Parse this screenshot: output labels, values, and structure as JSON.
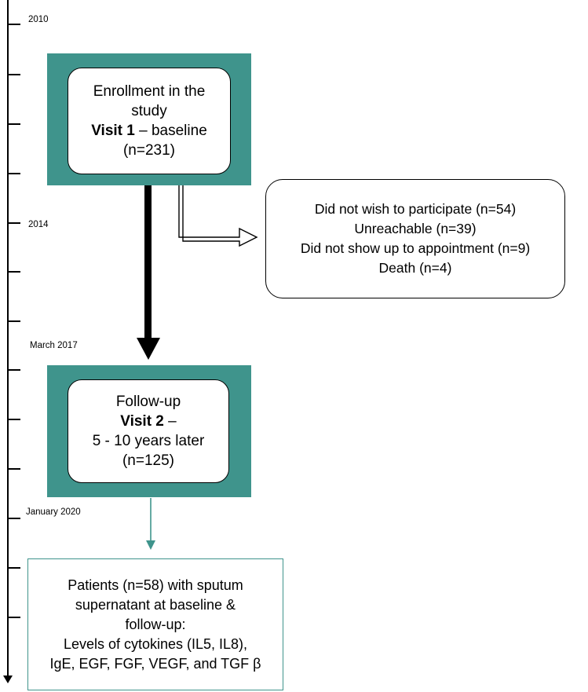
{
  "timeline": {
    "labels": [
      "2010",
      "2014",
      "March 2017",
      "January 2020"
    ]
  },
  "enrollment": {
    "line1": "Enrollment in the",
    "line2": "study",
    "line3_bold": "Visit 1",
    "line3_rest": " – baseline",
    "line4": "(n=231)"
  },
  "exclusions": {
    "items": [
      "Did not wish to participate (n=54)",
      "Unreachable (n=39)",
      "Did not show up to appointment (n=9)",
      "Death (n=4)"
    ]
  },
  "followup": {
    "line1": "Follow-up",
    "line2_bold": "Visit 2",
    "line2_rest": " –",
    "line3": "5 - 10 years later",
    "line4": "(n=125)"
  },
  "final": {
    "lines": [
      "Patients (n=58) with sputum",
      "supernatant at baseline &",
      "follow-up:",
      "Levels of cytokines (IL5, IL8),",
      "IgE, EGF, FGF, VEGF, and TGF β"
    ]
  },
  "colors": {
    "teal": "#3f948c",
    "black": "#000000"
  }
}
